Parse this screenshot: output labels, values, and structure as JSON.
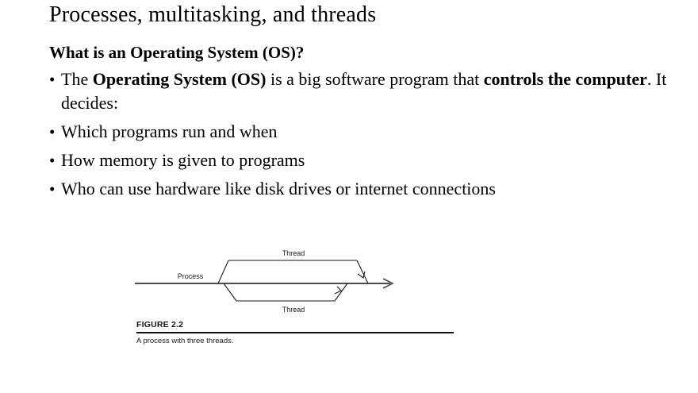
{
  "slide": {
    "title": "Processes, multitasking, and threads",
    "sub_heading": "What is an Operating System (OS)?",
    "bullets": [
      {
        "segments": [
          {
            "text": "The ",
            "bold": false
          },
          {
            "text": "Operating System (OS)",
            "bold": true
          },
          {
            "text": " is a big software program that ",
            "bold": false
          },
          {
            "text": "controls the computer",
            "bold": true
          },
          {
            "text": ". It decides:",
            "bold": false
          }
        ]
      },
      {
        "segments": [
          {
            "text": "Which programs run and when",
            "bold": false
          }
        ]
      },
      {
        "segments": [
          {
            "text": "How memory is given to programs",
            "bold": false
          }
        ]
      },
      {
        "segments": [
          {
            "text": "Who can use hardware like disk drives or internet connections",
            "bold": false
          }
        ]
      }
    ],
    "bullet_marker": "•"
  },
  "figure": {
    "number": "FIGURE 2.2",
    "caption": "A process with three threads.",
    "process_label": "Process",
    "thread_top_label": "Thread",
    "thread_bottom_label": "Thread",
    "line_color": "#4d4d4d",
    "branch_color": "#1a1a1a",
    "rule_color": "#111111"
  }
}
